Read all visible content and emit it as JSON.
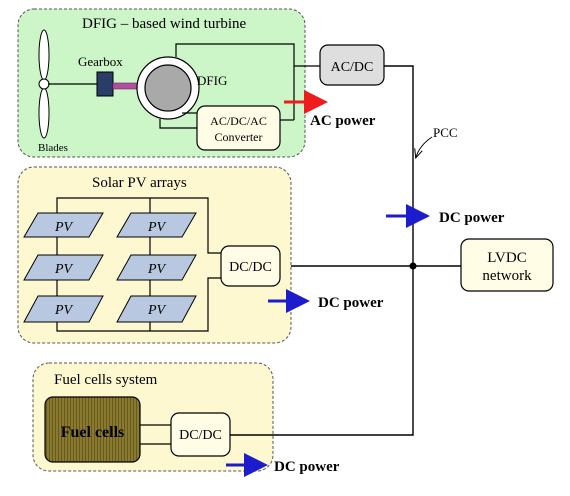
{
  "wind": {
    "title": "DFIG – based wind turbine",
    "gearbox_label": "Gearbox",
    "generator_label": "DFIG",
    "blades_label": "Blades",
    "converter_line1": "AC/DC/AC",
    "converter_line2": "Converter",
    "rectifier_label": "AC/DC",
    "power_label": "AC power"
  },
  "solar": {
    "title": "Solar PV arrays",
    "panel_label": "PV",
    "converter_label": "DC/DC",
    "power_label": "DC power"
  },
  "fuel": {
    "title": "Fuel cells system",
    "stack_label": "Fuel cells",
    "converter_label": "DC/DC",
    "power_label": "DC power"
  },
  "grid": {
    "pcc_label": "PCC",
    "bus_power_label": "DC power",
    "network_line1": "LVDC",
    "network_line2": "network"
  },
  "colors": {
    "wind_bg": "#ccf5c8",
    "solar_bg": "#fdf8d0",
    "fuel_bg": "#fdf8d0",
    "box_fill": "#fffde6",
    "rectifier_fill": "#dedede",
    "pv_fill": "#b7c8e0",
    "fuel_cell_fill": "#8a7a2f",
    "ac_arrow": "#ee1c1c",
    "dc_arrow": "#1c1ccc",
    "rotor_shaft": "#b04fa0"
  }
}
